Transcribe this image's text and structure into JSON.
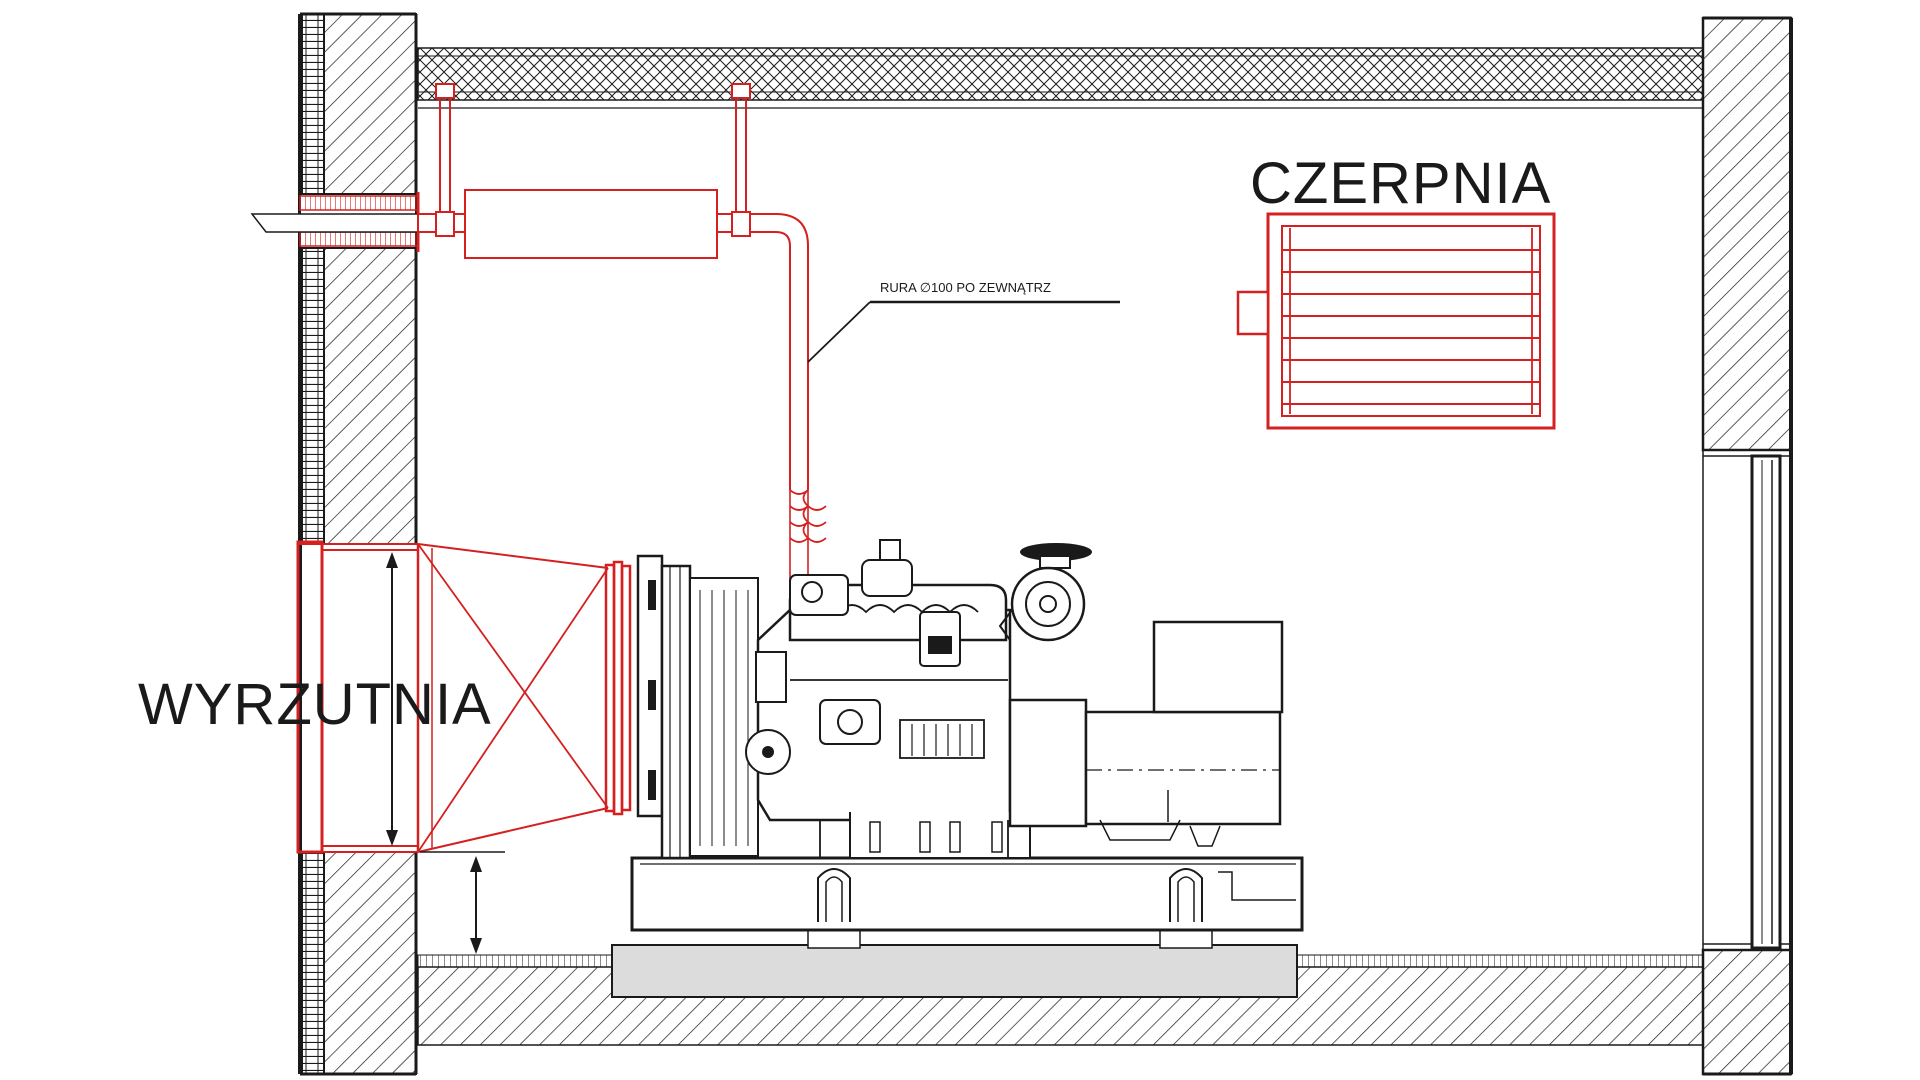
{
  "labels": {
    "intake": "CZERPNIA",
    "exhaust": "WYRZUTNIA",
    "pipe_note": "RURA ∅100 PO ZEWNĄTRZ"
  },
  "colors": {
    "line": "#1a1a1a",
    "accent_red": "#d42020",
    "pad_fill": "#dcdcdc"
  },
  "icons": {
    "diameter_symbol": "∅"
  }
}
